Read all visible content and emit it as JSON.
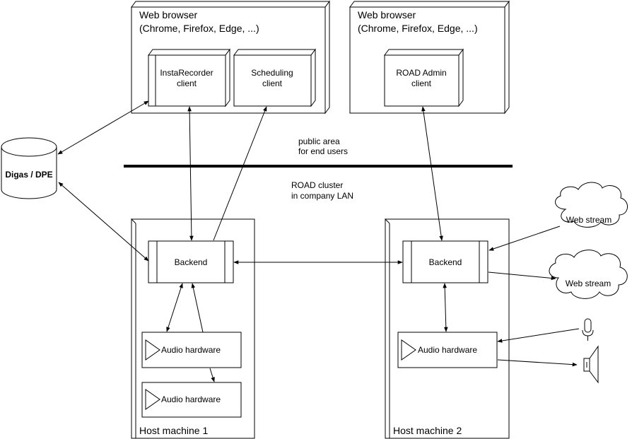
{
  "browsers": [
    {
      "title": "Web browser",
      "subtitle": "(Chrome, Firefox, Edge, ...)"
    },
    {
      "title": "Web browser",
      "subtitle": "(Chrome, Firefox, Edge, ...)"
    }
  ],
  "clients": {
    "insta": [
      "InstaRecorder",
      "client"
    ],
    "scheduling": [
      "Scheduling",
      "client"
    ],
    "admin": [
      "ROAD Admin",
      "client"
    ]
  },
  "database": "Digas / DPE",
  "zones": {
    "public": [
      "public area",
      "for end users"
    ],
    "lan": [
      "ROAD cluster",
      "in company LAN"
    ]
  },
  "hosts": [
    "Host machine 1",
    "Host machine 2"
  ],
  "backend_label": "Backend",
  "audio_label": "Audio hardware",
  "web_stream_label": "Web stream",
  "icons": [
    "microphone-icon",
    "speaker-icon",
    "audio-amplifier-icon"
  ]
}
